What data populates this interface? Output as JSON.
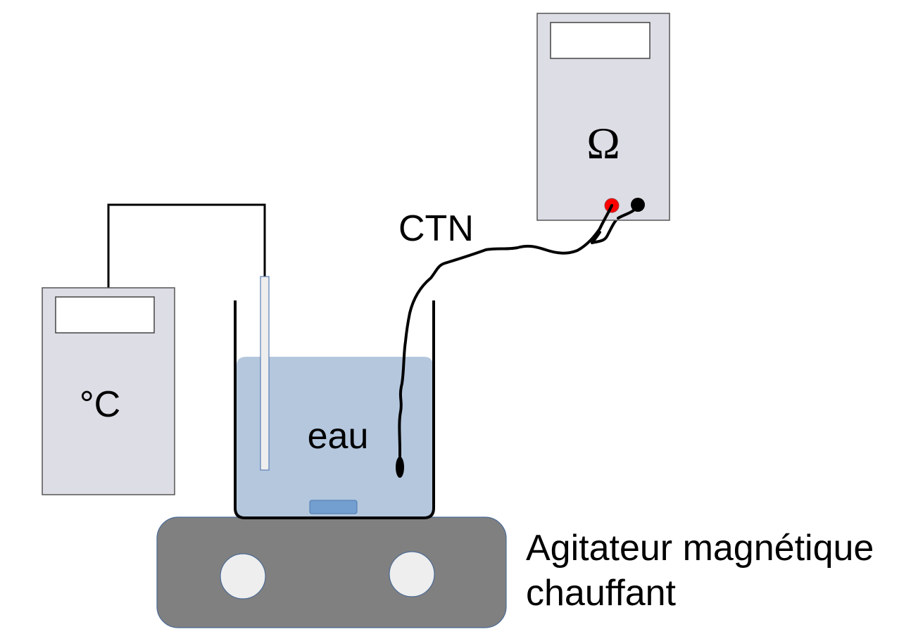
{
  "diagram": {
    "thermometer": {
      "unit_label": "°C"
    },
    "ohmmeter": {
      "unit_label": "Ω"
    },
    "beaker": {
      "content_label": "eau"
    },
    "sensor": {
      "label": "CTN"
    },
    "stirrer": {
      "label_line1": "Agitateur magnétique",
      "label_line2": "chauffant"
    }
  },
  "colors": {
    "meter_body": "#dddde6",
    "meter_border": "#555555",
    "display": "#ffffff",
    "water": "#b4c7dd",
    "stir_bar": "#729fcf",
    "probe": "#eeeeee",
    "probe_border": "#729fcf",
    "stirrer_body": "#808080",
    "stirrer_knob": "#eeeeee",
    "terminal_red": "#ff0000",
    "terminal_black": "#000000",
    "wire": "#000000"
  }
}
